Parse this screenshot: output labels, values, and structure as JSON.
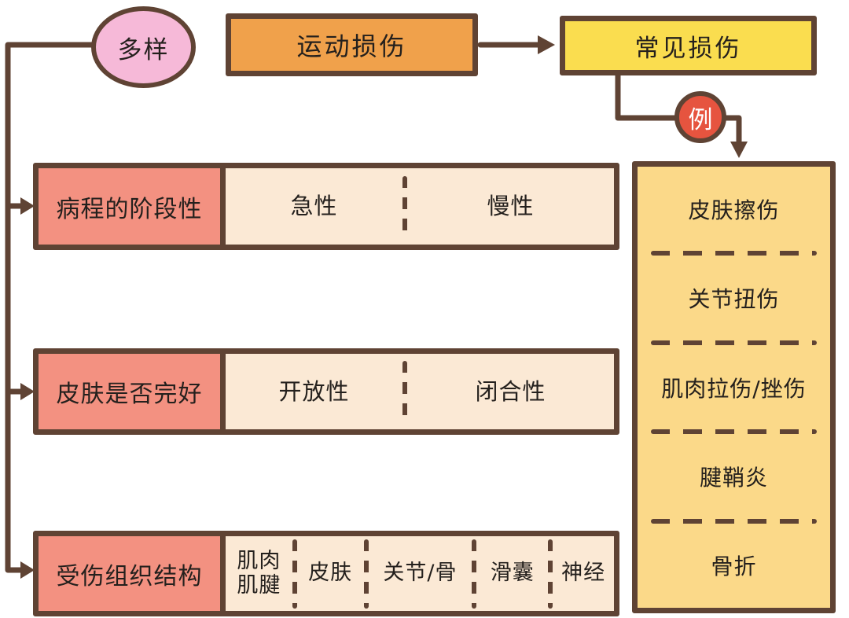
{
  "nodes": {
    "variety": "多样",
    "sports_injury": "运动损伤",
    "common_injury": "常见损伤",
    "example_badge": "例"
  },
  "classification_rows": [
    {
      "label": "病程的阶段性",
      "options": [
        "急性",
        "慢性"
      ]
    },
    {
      "label": "皮肤是否完好",
      "options": [
        "开放性",
        "闭合性"
      ]
    },
    {
      "label": "受伤组织结构",
      "options": [
        "肌肉肌腱",
        "皮肤",
        "关节/骨",
        "滑囊",
        "神经"
      ]
    }
  ],
  "common_examples": [
    "皮肤擦伤",
    "关节扭伤",
    "肌肉拉伤/挫伤",
    "腱鞘炎",
    "骨折"
  ],
  "colors": {
    "outline_brown": "#5f4334",
    "circle_pink": "#f6b9d8",
    "box_orange": "#f0a14b",
    "box_yellow": "#fadd4f",
    "badge_red": "#e6543f",
    "row_label_salmon": "#f39181",
    "row_option_cream": "#fbe9d5",
    "examples_yellow": "#fbd989",
    "text_dark": "#24201d",
    "badge_text": "#ffffff",
    "background": "#ffffff"
  }
}
